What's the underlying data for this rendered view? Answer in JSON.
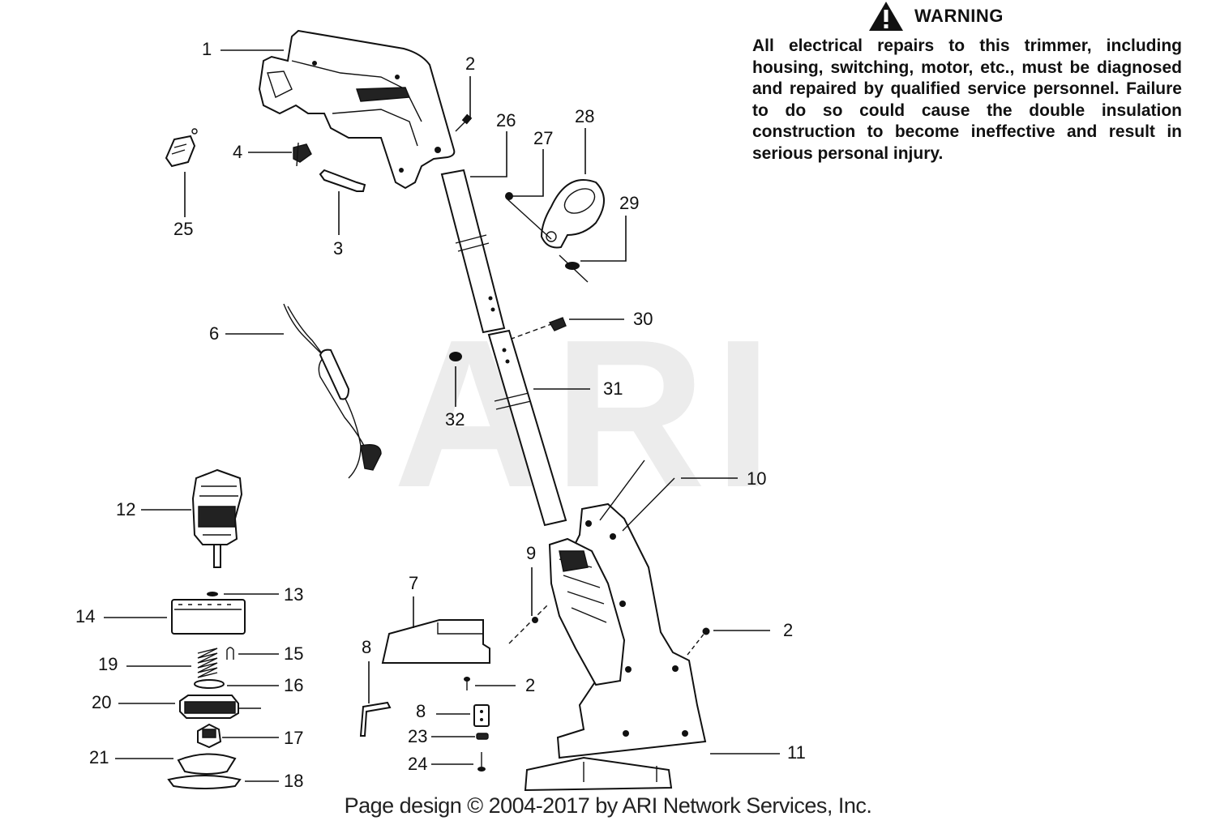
{
  "warning": {
    "title": "WARNING",
    "text": "All electrical repairs to this trimmer, including housing, switching, motor, etc., must be diagnosed and repaired by qualified service personnel. Failure to do so could cause the double insulation construction to become ineffective and result in serious personal injury."
  },
  "watermark": "ARI",
  "footer": "Page design © 2004-2017 by ARI Network Services, Inc.",
  "callouts": {
    "c1": "1",
    "c2a": "2",
    "c2b": "2",
    "c2c": "2",
    "c3": "3",
    "c4": "4",
    "c6": "6",
    "c7": "7",
    "c8a": "8",
    "c8b": "8",
    "c9": "9",
    "c10": "10",
    "c11": "11",
    "c12": "12",
    "c13": "13",
    "c14": "14",
    "c15": "15",
    "c16": "16",
    "c17": "17",
    "c18": "18",
    "c19": "19",
    "c20": "20",
    "c21": "21",
    "c23": "23",
    "c24": "24",
    "c25": "25",
    "c26": "26",
    "c27": "27",
    "c28": "28",
    "c29": "29",
    "c30": "30",
    "c31": "31",
    "c32": "32"
  },
  "colors": {
    "ink": "#111111",
    "watermark": "#ececec",
    "background": "#ffffff"
  }
}
